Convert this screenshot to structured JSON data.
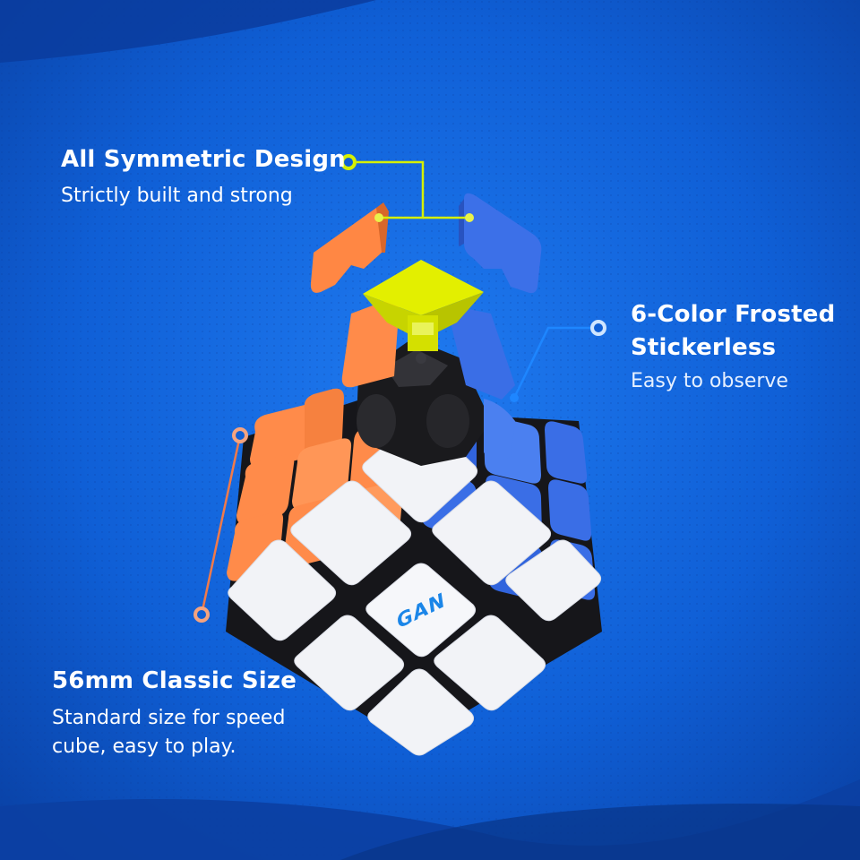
{
  "features": [
    {
      "title": "All Symmetric Design",
      "subtitle": "Strictly built and strong"
    },
    {
      "title": "6-Color Frosted Stickerless",
      "subtitle": "Easy to observe"
    },
    {
      "title": "56mm Classic Size",
      "subtitle": "Standard size for speed cube, easy to play."
    }
  ],
  "logo": {
    "text": "GAN"
  },
  "colors": {
    "background": "#0f5fd6",
    "background_dark": "#0a3c9e",
    "callout_green": "#d5f000",
    "callout_blue": "#1e86ff",
    "callout_orange": "#f07a4a",
    "orange": "#ff8c4c",
    "blue": "#3a6fe6",
    "white": "#f4f5f8",
    "yellow": "#e8f000",
    "core_black": "#1c1c1e",
    "logo_blue": "#1b86e8"
  }
}
